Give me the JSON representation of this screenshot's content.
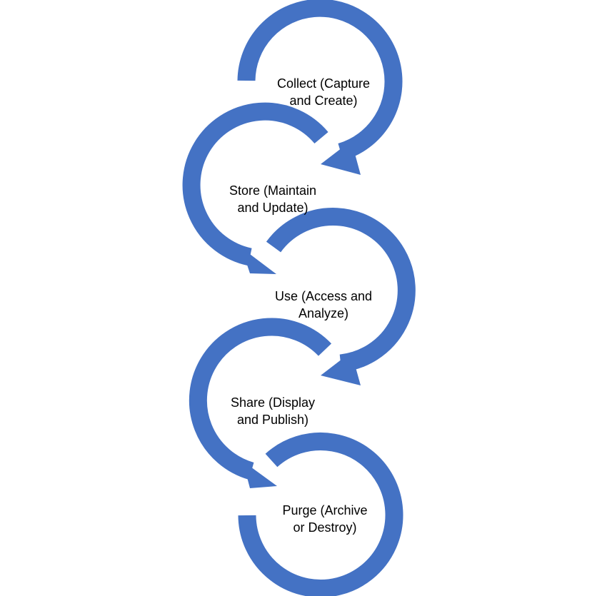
{
  "colors": {
    "arc": "#4472C4",
    "text": "#000000",
    "background": "#FFFFFF"
  },
  "stages": [
    {
      "line1": "Collect (Capture",
      "line2": "and Create)"
    },
    {
      "line1": "Store (Maintain",
      "line2": "and Update)"
    },
    {
      "line1": "Use (Access and",
      "line2": "Analyze)"
    },
    {
      "line1": "Share (Display",
      "line2": "and Publish)"
    },
    {
      "line1": "Purge (Archive",
      "line2": "or Destroy)"
    }
  ]
}
